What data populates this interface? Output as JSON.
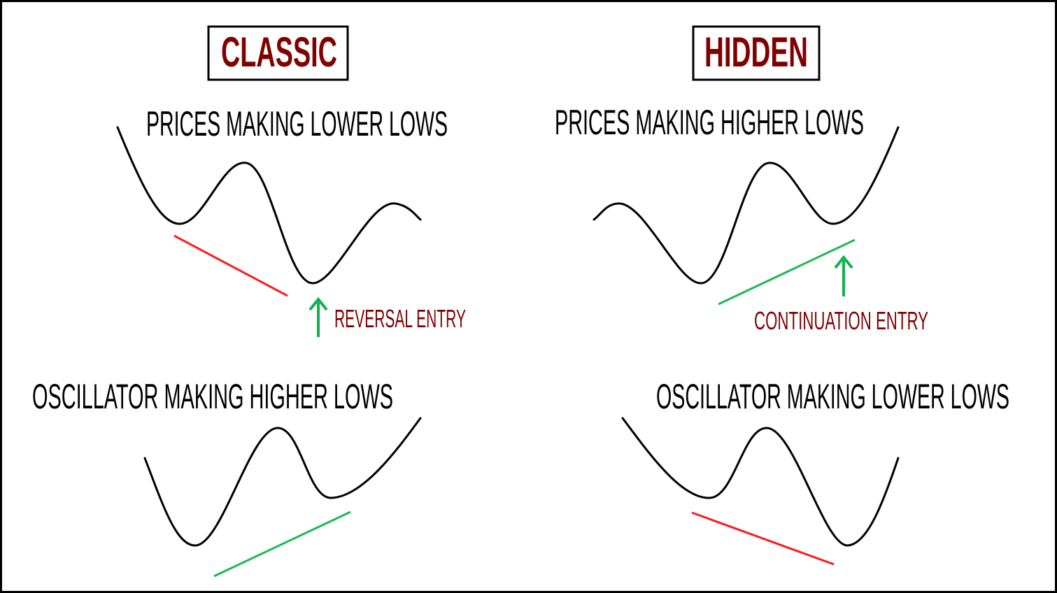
{
  "colors": {
    "title": "#800000",
    "entry": "#800000",
    "bullish_line": "#1db954",
    "bearish_line": "#ff1a1a",
    "arrow": "#12b050"
  },
  "classic": {
    "title": "CLASSIC",
    "price_label": "PRICES MAKING LOWER LOWS",
    "entry_label": "REVERSAL ENTRY",
    "oscillator_label": "OSCILLATOR MAKING HIGHER LOWS"
  },
  "hidden": {
    "title": "HIDDEN",
    "price_label": "PRICES MAKING HIGHER LOWS",
    "entry_label": "CONTINUATION ENTRY",
    "oscillator_label": "OSCILLATOR MAKING LOWER LOWS"
  }
}
